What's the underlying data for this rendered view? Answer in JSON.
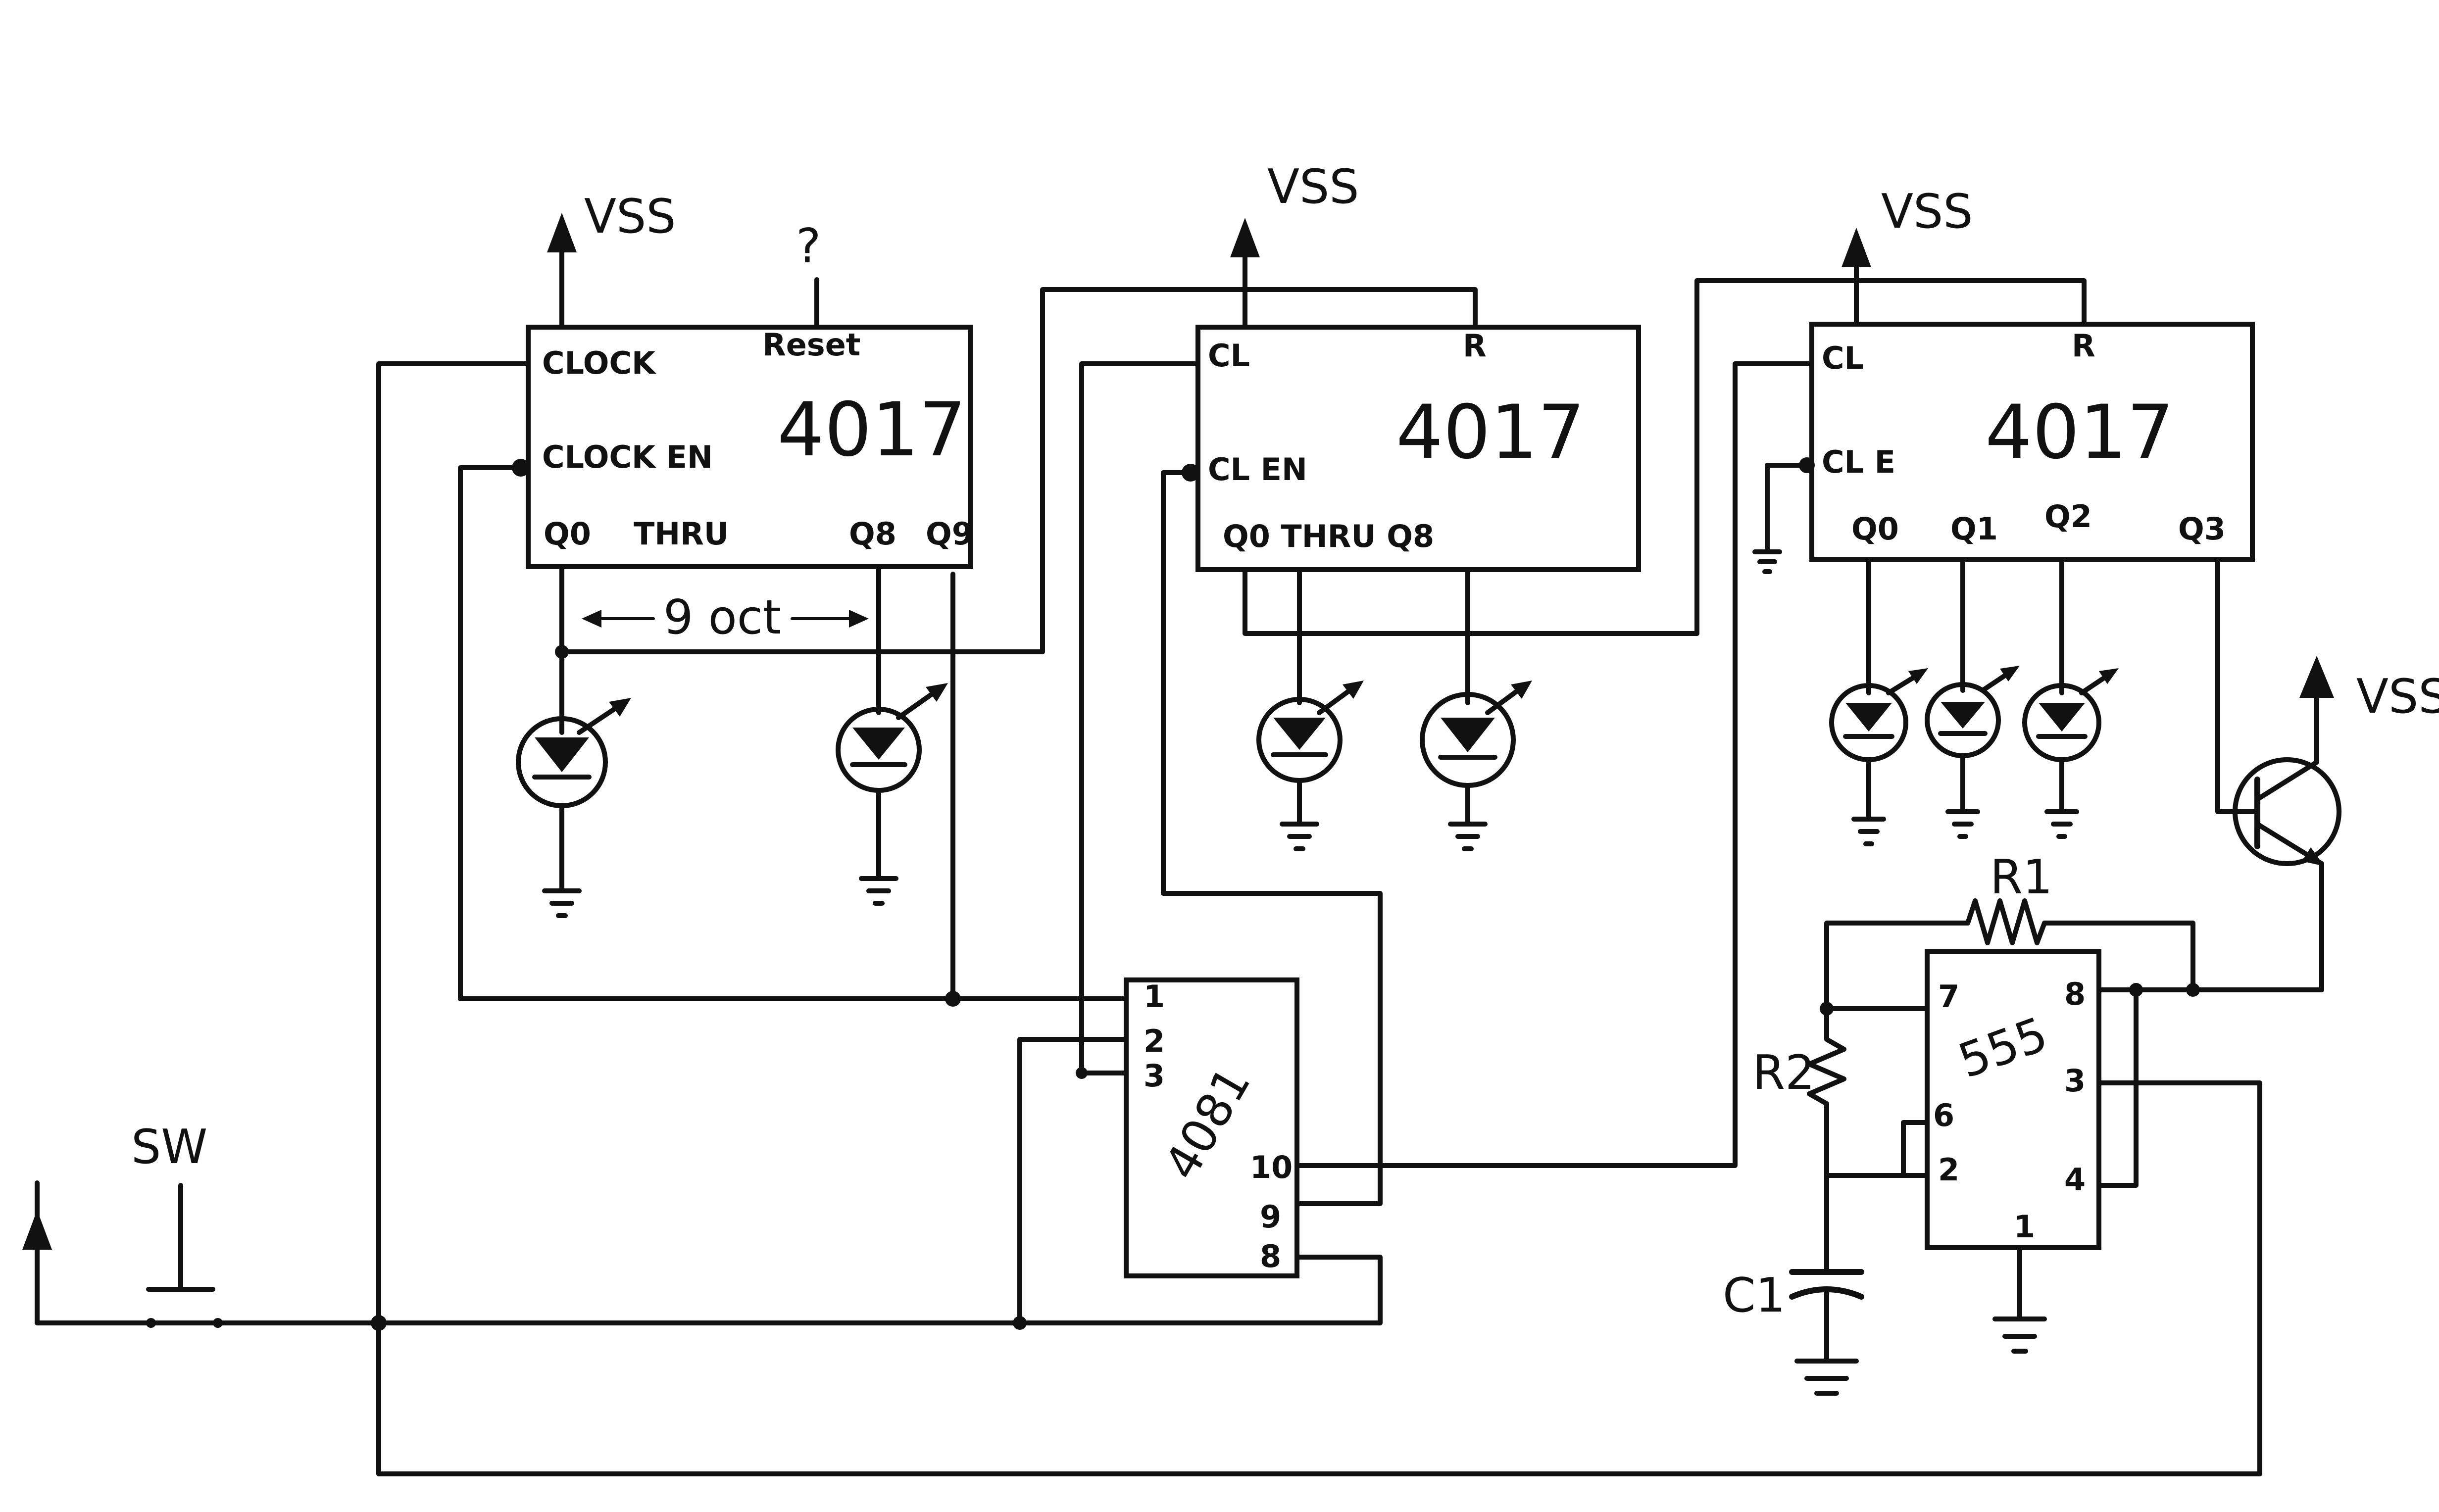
{
  "counter1": {
    "part": "4017",
    "supply": "VSS",
    "reset": "Reset",
    "reset_note": "?",
    "clock": "CLOCK",
    "clock_en": "CLOCK EN",
    "q0": "Q0",
    "thru": "THRU",
    "q8": "Q8",
    "q9": "Q9",
    "annotation": "9 oct"
  },
  "counter2": {
    "part": "4017",
    "supply": "VSS",
    "cl": "CL",
    "r": "R",
    "cl_en": "CL EN",
    "outputs": "Q0 THRU Q8"
  },
  "counter3": {
    "part": "4017",
    "supply": "VSS",
    "cl": "CL",
    "r": "R",
    "cl_e": "CL E",
    "q0": "Q0",
    "q1": "Q1",
    "q2": "Q2",
    "q3": "Q3"
  },
  "and_gate": {
    "part": "4081",
    "pins": {
      "p1": "1",
      "p2": "2",
      "p3": "3",
      "p10": "10",
      "p9": "9",
      "p8": "8"
    }
  },
  "timer": {
    "part": "555",
    "pins": {
      "p7": "7",
      "p6": "6",
      "p2": "2",
      "p8": "8",
      "p3": "3",
      "p4": "4",
      "p1": "1"
    }
  },
  "components": {
    "r1": "R1",
    "r2": "R2",
    "c1": "C1",
    "switch": "SW",
    "transistor_supply": "VSS"
  }
}
